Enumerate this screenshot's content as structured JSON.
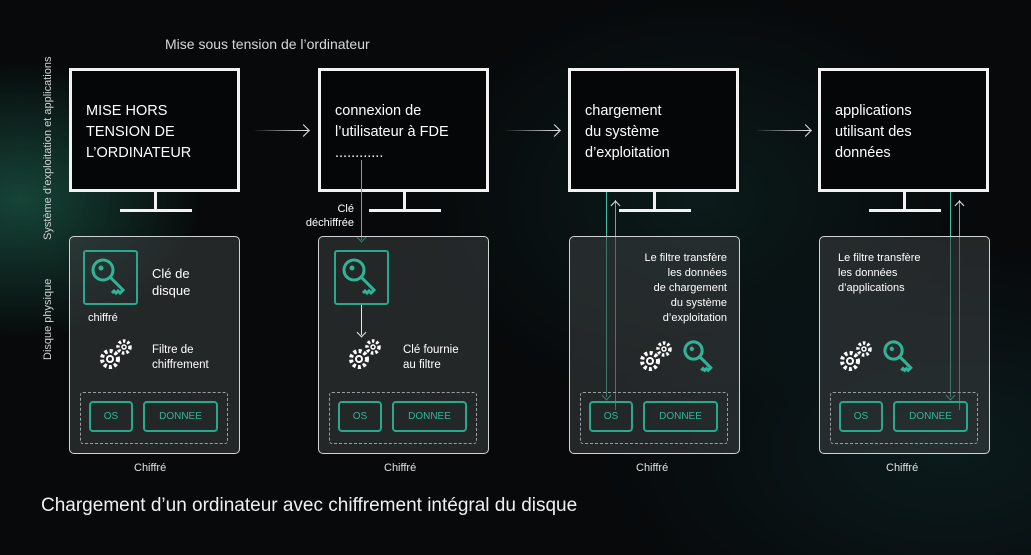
{
  "top_caption": "Mise sous tension de l’ordinateur",
  "side_labels": {
    "os_apps": "Système d’exploitation et applications",
    "physical_disk": "Disque physique"
  },
  "colors": {
    "accent": "#2fb596",
    "background": "#07090b",
    "monitor_border": "#f2f2f2"
  },
  "stages": [
    {
      "monitor_lines": [
        "MISE HORS",
        "TENSION DE",
        "L’ORDINATEUR"
      ],
      "disk": {
        "key_label_lines": [
          "Clé de",
          "disque"
        ],
        "key_status": "chiffré",
        "filter_lines": [
          "Filtre de",
          "chiffrement"
        ],
        "chips": [
          "OS",
          "DONNEE"
        ]
      },
      "status": "Chiffré"
    },
    {
      "monitor_lines": [
        "connexion de",
        "l’utilisateur à FDE",
        "............"
      ],
      "arrow_label_lines": [
        "Clé",
        "déchiffrée"
      ],
      "disk": {
        "filter_lines": [
          "Clé fournie",
          "au filtre"
        ],
        "chips": [
          "OS",
          "DONNEE"
        ]
      },
      "status": "Chiffré"
    },
    {
      "monitor_lines": [
        "chargement",
        "du système",
        "d’exploitation"
      ],
      "disk": {
        "desc_lines": [
          "Le filtre transfère",
          "les données",
          "de chargement",
          "du système",
          "d’exploitation"
        ],
        "chips": [
          "OS",
          "DONNEE"
        ]
      },
      "status": "Chiffré"
    },
    {
      "monitor_lines": [
        "applications",
        "utilisant des",
        "données"
      ],
      "disk": {
        "desc_lines": [
          "Le filtre transfère",
          "les données",
          "d’applications"
        ],
        "chips": [
          "OS",
          "DONNEE"
        ]
      },
      "status": "Chiffré"
    }
  ],
  "title": "Chargement d’un ordinateur avec chiffrement intégral du disque"
}
